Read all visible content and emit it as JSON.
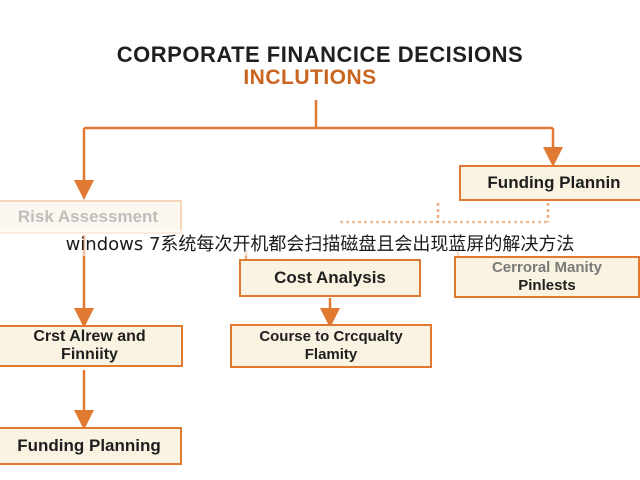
{
  "diagram": {
    "title": "CORPORATE FINANCICE DECISIONS",
    "subtitle": "INCLUTIONS",
    "nodes": {
      "risk_assessment": "Risk Assessment",
      "funding_planning_top": "Funding Plannin",
      "cost_analysis": "Cost Analysis",
      "cerroral_line1": "Cerroral Manity",
      "cerroral_line2": "Pinlests",
      "crst_line1": "Crst Alrew and",
      "crst_line2": "Finniity",
      "course_line1": "Course to Crcqualty",
      "course_line2": "Flamity",
      "funding_planning_bottom": "Funding Planning"
    },
    "line_color": "#e07a32",
    "box_fill": "#fbf3e2"
  },
  "overlay_text": "windows 7系统每次开机都会扫描磁盘且会出现蓝屏的解决方法"
}
